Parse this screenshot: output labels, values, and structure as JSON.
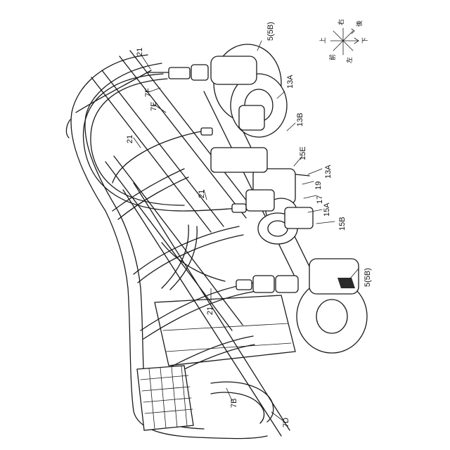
{
  "labels": {
    "l_21_top": "21",
    "l_7f": "7F",
    "l_7e": "7E",
    "l_21_left": "21",
    "l_21_mid": "21",
    "l_21_bottom": "21",
    "l_5_top": "5(5B)",
    "l_13a_top": "13A",
    "l_13b": "13B",
    "l_15e": "15E",
    "l_13a_mid": "13A",
    "l_19": "19",
    "l_17": "17",
    "l_15a": "15A",
    "l_15b": "15B",
    "l_5_bottom": "5(5B)",
    "l_7b": "7B",
    "l_7d": "7D"
  },
  "compass": {
    "up": "上",
    "down": "下",
    "front": "前",
    "rear": "後",
    "left": "左",
    "right": "右"
  },
  "colors": {
    "line": "#1a1a1a",
    "background": "#ffffff"
  }
}
